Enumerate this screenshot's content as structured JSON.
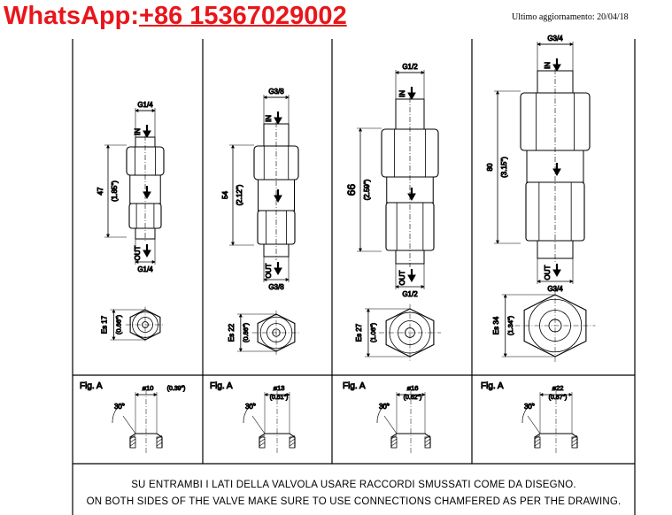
{
  "header": {
    "whatsapp_prefix": "WhatsApp:",
    "whatsapp_number": "+86 15367029002",
    "last_update": "Ultimo aggiornamento: 20/04/18"
  },
  "valves": [
    {
      "thread_top": "G1/4",
      "thread_bottom": "G1/4",
      "length_mm": "47",
      "length_in": "(1.85\")",
      "hex_mm": "Es 17",
      "hex_in": "(0.66\")",
      "fig_label": "Fig. A",
      "chamfer_mm": "ø10",
      "chamfer_in": "(0.39\")",
      "angle": "30°"
    },
    {
      "thread_top": "G3/8",
      "thread_bottom": "G3/8",
      "length_mm": "54",
      "length_in": "(2.12\")",
      "hex_mm": "Es 22",
      "hex_in": "(0.86\")",
      "fig_label": "Fig. A",
      "chamfer_mm": "ø13",
      "chamfer_in": "(0.51\")",
      "angle": "30°"
    },
    {
      "thread_top": "G1/2",
      "thread_bottom": "G1/2",
      "length_mm": "66",
      "length_in": "(2.59\")",
      "hex_mm": "Es 27",
      "hex_in": "(1.06\")",
      "fig_label": "Fig. A",
      "chamfer_mm": "ø16",
      "chamfer_in": "(0.62\")",
      "angle": "30°"
    },
    {
      "thread_top": "G3/4",
      "thread_bottom": "G3/4",
      "length_mm": "80",
      "length_in": "(3.15\")",
      "hex_mm": "Es 34",
      "hex_in": "(1.34\")",
      "fig_label": "Fig. A",
      "chamfer_mm": "ø22",
      "chamfer_in": "(0.87\")",
      "angle": "30°"
    }
  ],
  "labels": {
    "in": "IN",
    "out": "OUT"
  },
  "footer": {
    "line_it": "SU ENTRAMBI I LATI DELLA VALVOLA USARE RACCORDI SMUSSATI COME DA DISEGNO.",
    "line_en": "ON BOTH SIDES OF THE VALVE MAKE SURE TO USE CONNECTIONS CHAMFERED AS PER THE DRAWING."
  }
}
